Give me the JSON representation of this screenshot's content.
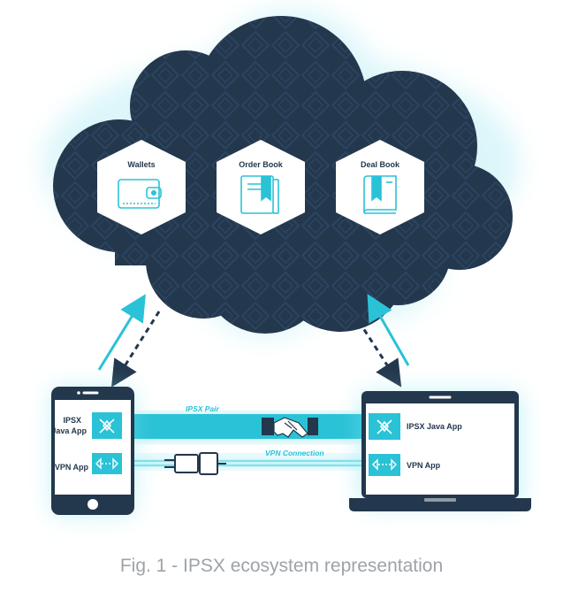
{
  "cloud": {
    "services": [
      {
        "label": "Wallets",
        "icon": "wallet-icon"
      },
      {
        "label": "Order Book",
        "icon": "order-book-icon"
      },
      {
        "label": "Deal Book",
        "icon": "deal-book-icon"
      }
    ]
  },
  "connections": {
    "pair_label": "IPSX Pair",
    "vpn_label": "VPN Connection"
  },
  "phone": {
    "java_app_label_line1": "IPSX",
    "java_app_label_line2": "Java App",
    "vpn_app_label": "VPN App"
  },
  "laptop": {
    "java_app_label": "IPSX Java App",
    "vpn_app_label": "VPN App"
  },
  "caption": "Fig. 1 - IPSX ecosystem representation",
  "colors": {
    "navy": "#23374d",
    "cyan": "#2ac2d6",
    "cyan_light": "#7fe3ef",
    "caption_gray": "#9ea3a8"
  }
}
